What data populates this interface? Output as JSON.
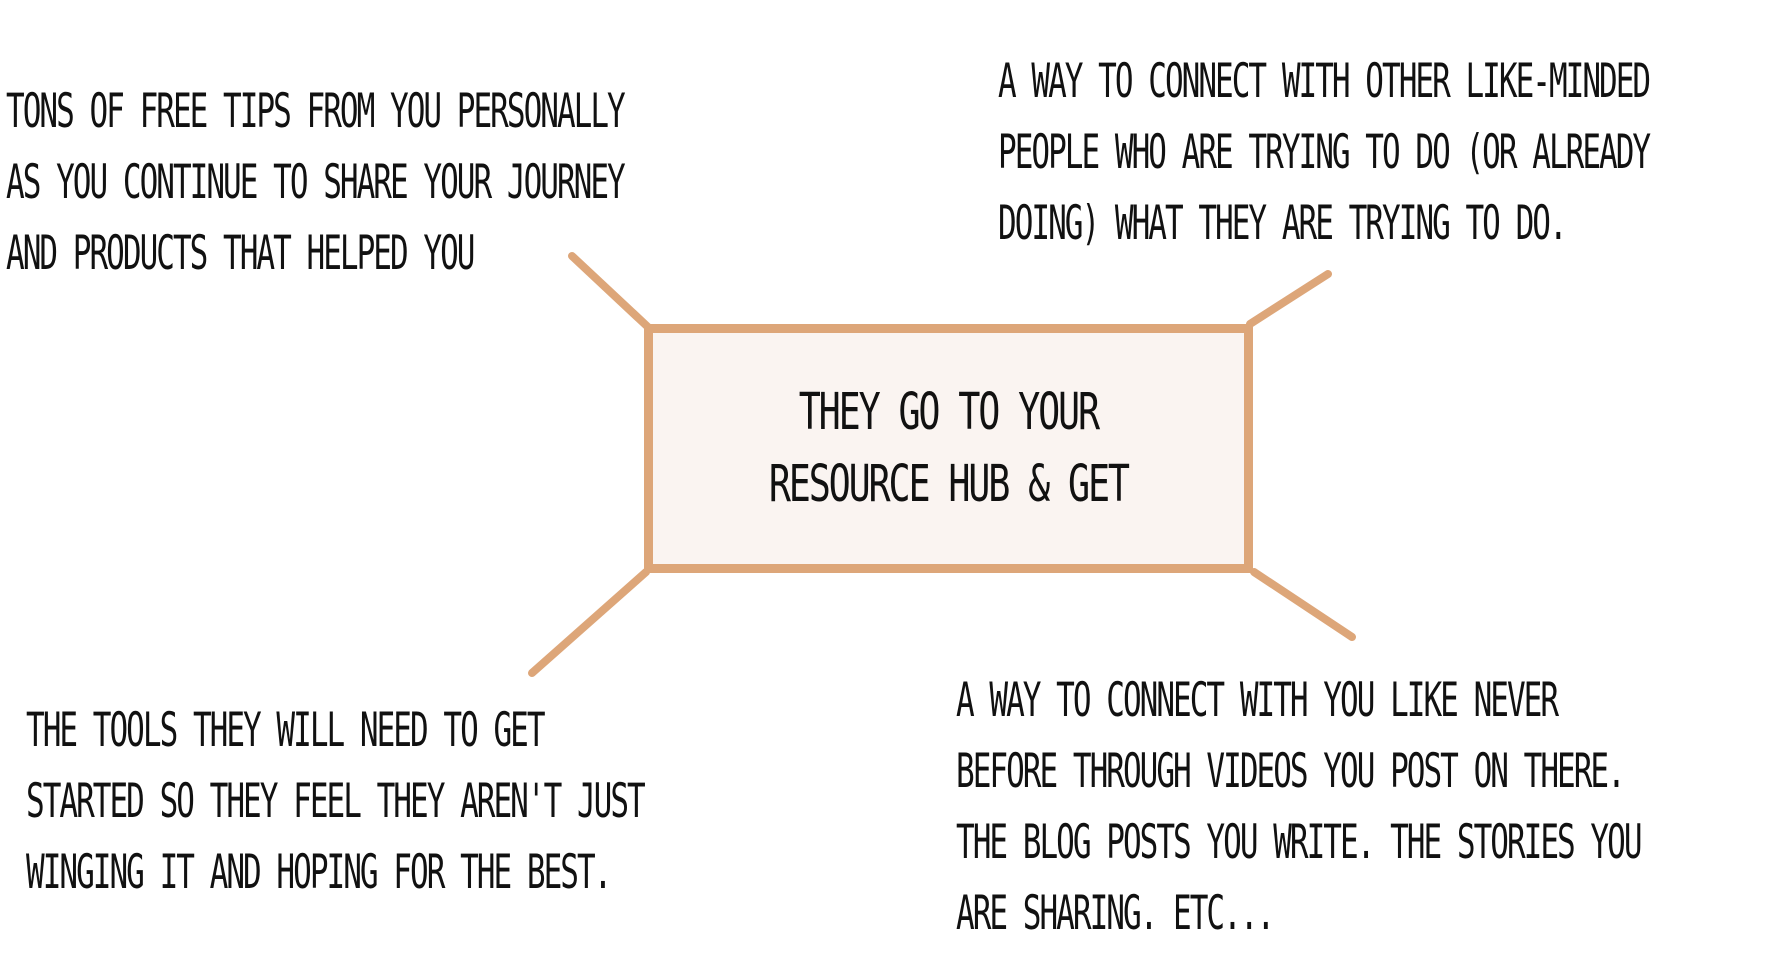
{
  "diagram": {
    "center": {
      "lines": [
        "They go to your",
        "resource hub & get"
      ]
    },
    "notes": {
      "top_left": {
        "lines": [
          "Tons of free tips from you personally",
          "as you continue to share your journey",
          "and products that helped you"
        ]
      },
      "top_right": {
        "lines": [
          "A way to connect with other like-minded",
          "people who are trying to do (or already",
          "doing) what they are trying to do."
        ]
      },
      "bottom_left": {
        "lines": [
          "The tools they will need to get",
          "started so they feel they aren't just",
          "winging it and hoping for the best."
        ]
      },
      "bottom_right": {
        "lines": [
          "A way to connect with you like never",
          "before through videos you post on there.",
          "the blog posts you write. the stories you",
          "are sharing. etc..."
        ]
      }
    },
    "colors": {
      "accent": "#DDA679",
      "box_fill": "#FAF4F1",
      "text": "#111111",
      "background": "#FFFFFF"
    }
  }
}
